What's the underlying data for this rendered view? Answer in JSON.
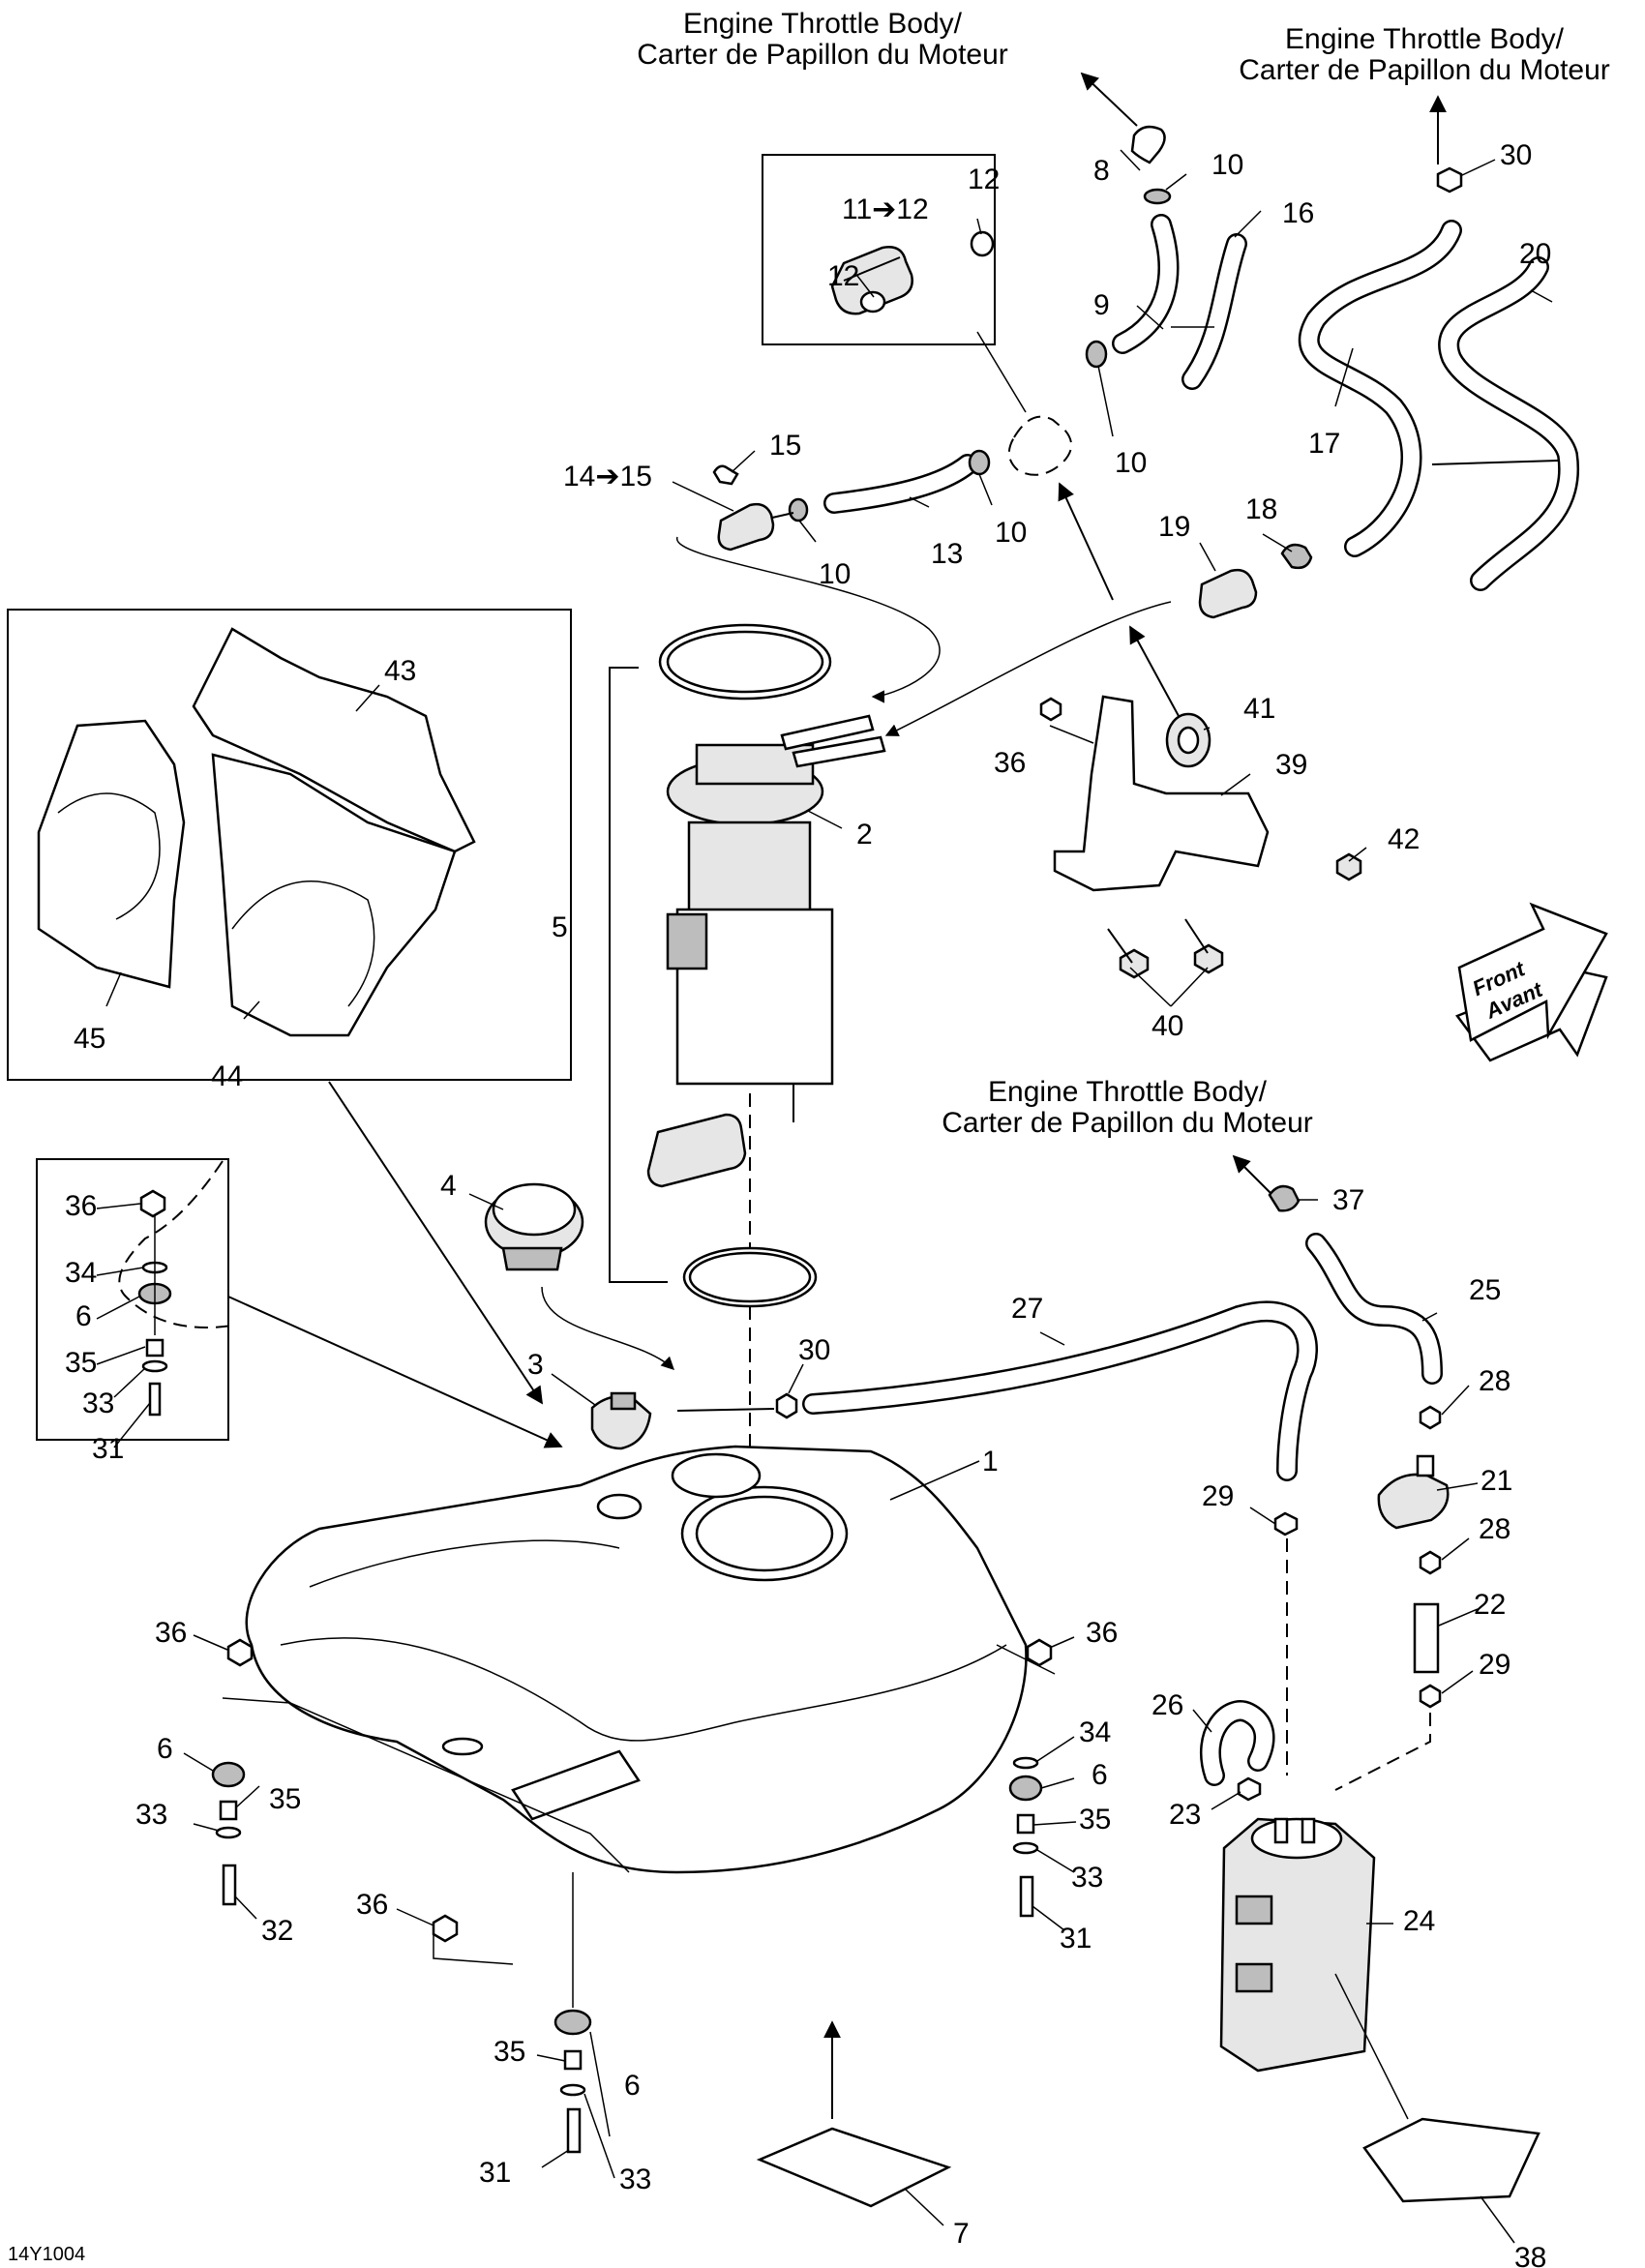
{
  "captions": {
    "throttle_1": [
      "Engine Throttle Body/",
      "Carter de Papillon du Moteur"
    ],
    "throttle_2": [
      "Engine Throttle Body/",
      "Carter de Papillon du Moteur"
    ],
    "throttle_3": [
      "Engine Throttle Body/",
      "Carter de Papillon du Moteur"
    ],
    "front": [
      "Front",
      "Avant"
    ],
    "diagram_code": "14Y1004"
  },
  "callouts": {
    "c8": "8",
    "c10a": "10",
    "c16": "16",
    "c9": "9",
    "c10b": "10",
    "c11_12": "11➔12",
    "c12a": "12",
    "c12b": "12",
    "c15": "15",
    "c14_15": "14➔15",
    "c10c": "10",
    "c13": "13",
    "c10d": "10",
    "c30a": "30",
    "c20": "20",
    "c17": "17",
    "c18": "18",
    "c19": "19",
    "c43": "43",
    "c45": "45",
    "c44": "44",
    "c2": "2",
    "c5": "5",
    "c36a": "36",
    "c41": "41",
    "c39": "39",
    "c42": "42",
    "c40": "40",
    "c37": "37",
    "c25": "25",
    "c27": "27",
    "c30b": "30",
    "c28a": "28",
    "c21": "21",
    "c28b": "28",
    "c22": "22",
    "c29a": "29",
    "c29b": "29",
    "c26": "26",
    "c23": "23",
    "c24": "24",
    "c38": "38",
    "c4": "4",
    "c3": "3",
    "c1": "1",
    "c36b": "36",
    "c34a": "34",
    "c6a": "6",
    "c35a": "35",
    "c33a": "33",
    "c31a": "31",
    "c36c": "36",
    "c6b": "6",
    "c33b": "33",
    "c35b": "35",
    "c32": "32",
    "c36d": "36",
    "c34b": "34",
    "c6c": "6",
    "c35c": "35",
    "c33c": "33",
    "c31b": "31",
    "c36e": "36",
    "c35d": "35",
    "c6d": "6",
    "c31c": "31",
    "c33d": "33",
    "c7": "7"
  }
}
